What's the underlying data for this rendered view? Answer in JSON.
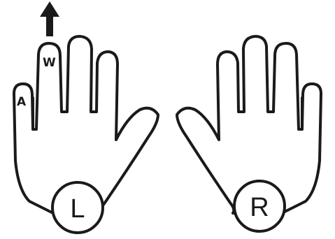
{
  "colors": {
    "ink": "#1a1a1a",
    "paper": "#ffffff"
  },
  "left_hand": {
    "label": "L",
    "keys": {
      "ring_finger": "W",
      "pinky_finger": "A"
    },
    "arrow_icon": "arrow-up-icon"
  },
  "right_hand": {
    "label": "R"
  }
}
